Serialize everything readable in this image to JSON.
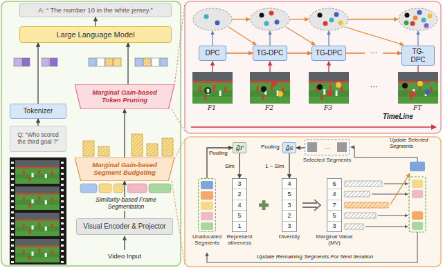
{
  "diagram": {
    "nodes": [
      {
        "text": [
          "A: “ The number 10 in the white jersey.”"
        ]
      },
      {
        "text": [
          "Large Language Model"
        ]
      },
      {
        "text": [
          "Tokenizer"
        ]
      },
      {
        "text": [
          "Q: “Who scored the third goal ?”"
        ]
      },
      {
        "text": [
          "Marginal Gain-based Token Pruning"
        ]
      },
      {
        "text": [
          "Marginal Gain-based Segment Budgeting"
        ]
      },
      {
        "text": [
          "Visual Encoder & Projector"
        ]
      },
      {
        "text": [
          "DPC"
        ]
      },
      {
        "text": [
          "TG-DPC"
        ]
      },
      {
        "text": [
          "TG-DPC"
        ]
      },
      {
        "text": [
          "TG-DPC"
        ]
      },
      {
        "text": [
          "Unallocated Segments"
        ]
      },
      {
        "text": [
          "ḡr"
        ]
      },
      {
        "text": [
          "3",
          "2",
          "4",
          "5",
          "1",
          "Represent ativeness"
        ]
      },
      {
        "text": [
          "...",
          "Selected Segments"
        ]
      },
      {
        "text": [
          "ḡs"
        ]
      },
      {
        "text": [
          "4",
          "5",
          "3",
          "2",
          "3",
          "Diversity"
        ]
      },
      {
        "text": [
          "6",
          "4",
          "7",
          "5",
          "3",
          "Marginal Value (MV)"
        ]
      }
    ],
    "edges": [
      {
        "from": 1,
        "to": 0,
        "arrow": "to"
      },
      {
        "from": 2,
        "to": 1,
        "arrow": "to"
      },
      {
        "from": 3,
        "to": 2,
        "arrow": "to"
      },
      {
        "from": 4,
        "to": 1,
        "arrow": "to"
      },
      {
        "from": 5,
        "to": 4,
        "arrow": "to"
      },
      {
        "from": 6,
        "to": 5,
        "arrow": "to"
      },
      {
        "from": 7,
        "to": 8,
        "arrow": "to"
      },
      {
        "from": 8,
        "to": 9,
        "arrow": "to"
      },
      {
        "from": 9,
        "to": 10,
        "arrow": "to",
        "label": "···"
      },
      {
        "from": 11,
        "to": 12,
        "arrow": "to",
        "label": "Pooling"
      },
      {
        "from": 12,
        "to": 13,
        "arrow": "to",
        "label": "Sim"
      },
      {
        "from": 14,
        "to": 15,
        "arrow": "to"
      },
      {
        "from": 15,
        "to": 16,
        "arrow": "to",
        "label": "1 − Sim"
      }
    ],
    "labels": [
      "Similarity-based Frame Segmentation",
      "Video Input",
      "F1",
      "F2",
      "F3",
      "···",
      "FT",
      "TimeLine",
      "Pooling",
      "Update Selected Segments",
      "Update Remaining Segments For Next Iteration"
    ]
  }
}
